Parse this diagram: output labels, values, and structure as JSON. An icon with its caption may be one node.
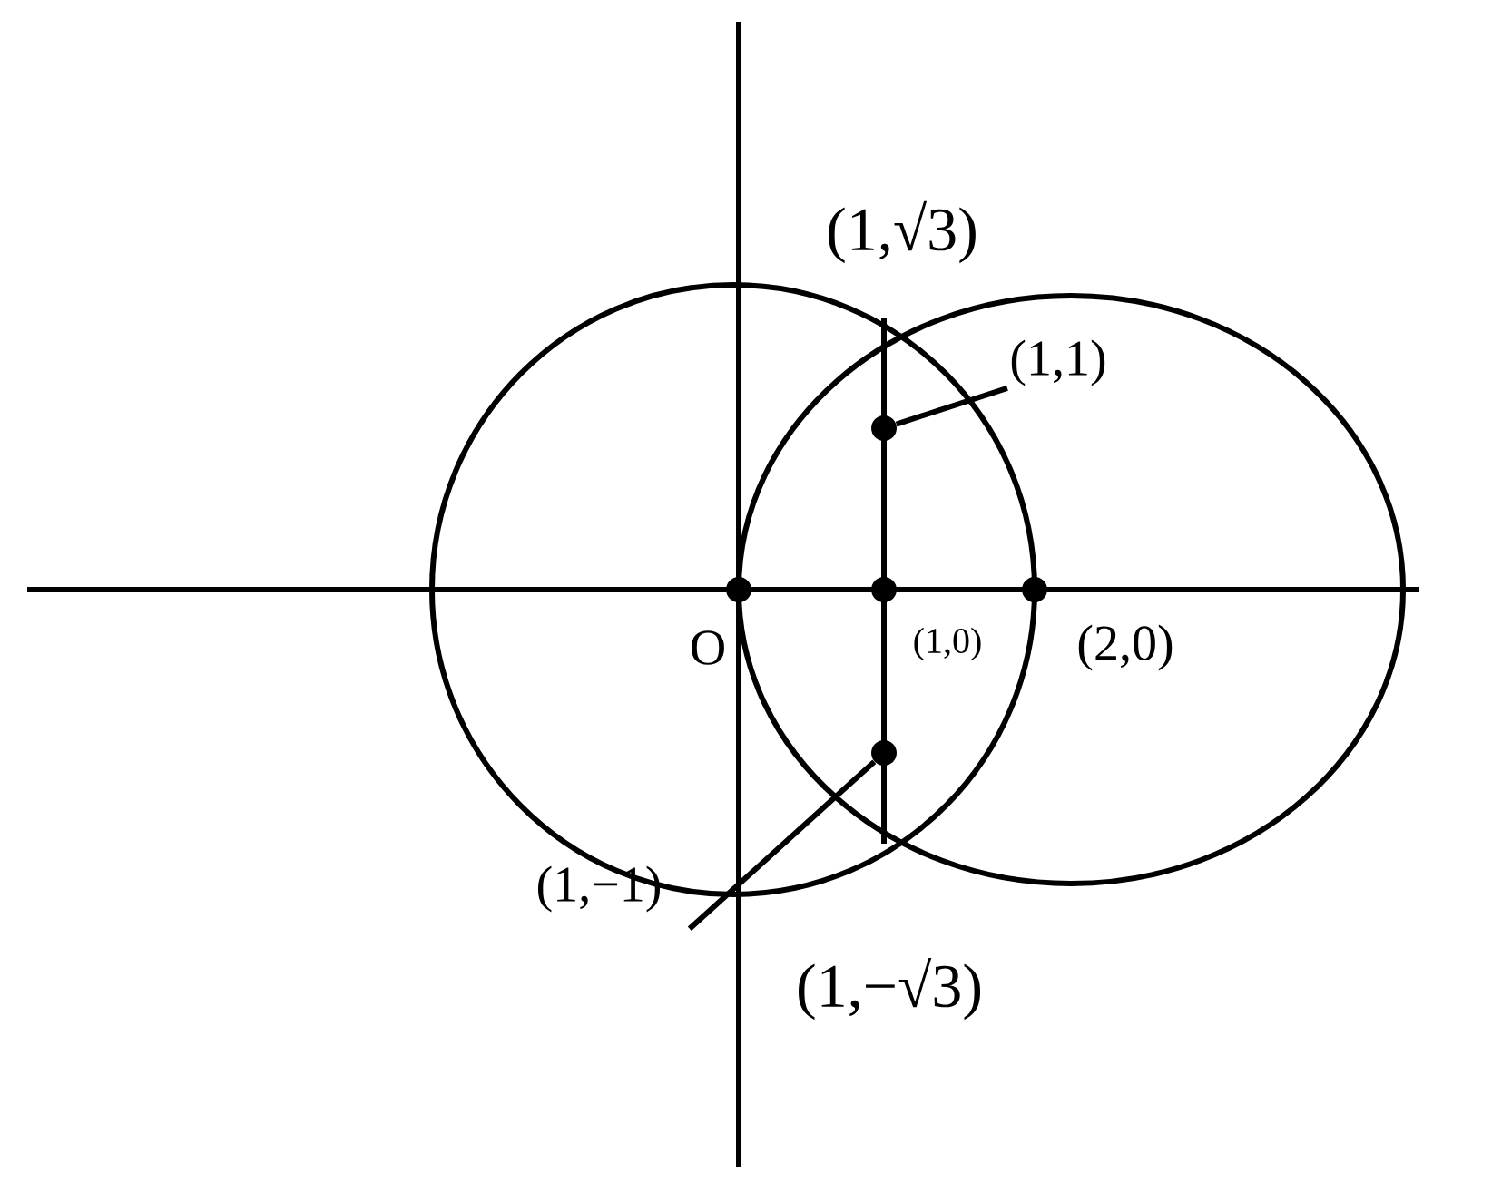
{
  "diagram": {
    "nodes": [
      {
        "text": [
          "(1,1)"
        ]
      },
      {
        "text": [],
        "shape": "circle"
      },
      {
        "text": [
          "(1,−1)"
        ]
      },
      {
        "text": [],
        "shape": "circle"
      },
      {
        "text": [],
        "shape": "circle",
        "beside": [
          "O"
        ]
      },
      {
        "text": [],
        "shape": "circle",
        "beside": [
          "(1,0)"
        ]
      },
      {
        "text": [],
        "shape": "circle",
        "beside": [
          "(2,0)"
        ]
      }
    ],
    "edges": [
      {
        "from": 0,
        "to": 1,
        "arrow": "none"
      },
      {
        "from": 2,
        "to": 3,
        "arrow": "none"
      }
    ],
    "labels": [
      "(1,√3)",
      "(1,−√3)"
    ]
  }
}
